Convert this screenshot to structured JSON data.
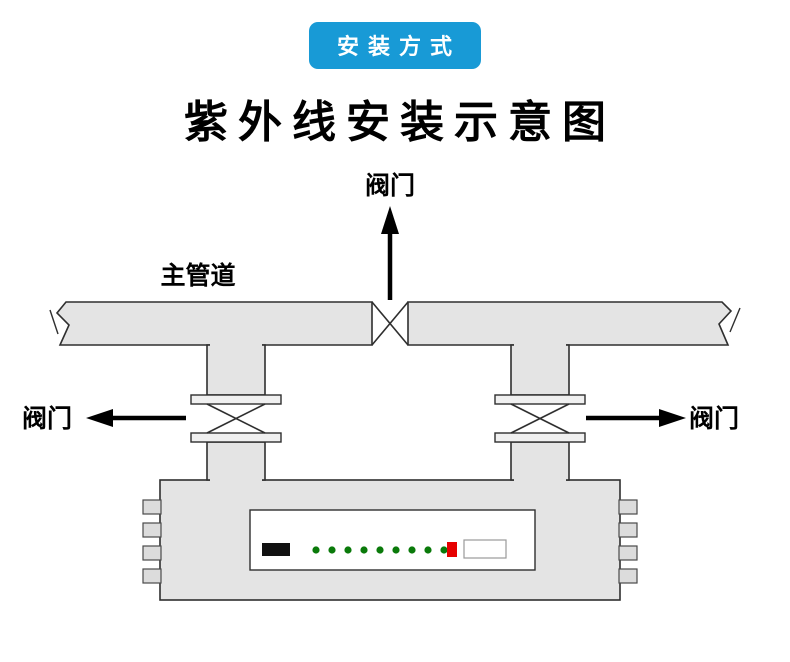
{
  "badge": {
    "label": "安装方式",
    "bg": "#189ad6"
  },
  "title": "紫外线安装示意图",
  "diagram": {
    "labels": {
      "valve_top": "阀门",
      "main_pipe": "主管道",
      "valve_left": "阀门",
      "valve_right": "阀门"
    },
    "device": {
      "led_count": 9,
      "led_color": "#0a7a0a",
      "indicator_red": "#e60000"
    },
    "colors": {
      "pipe_fill": "#e4e4e4",
      "outline": "#2f2f2f"
    }
  }
}
